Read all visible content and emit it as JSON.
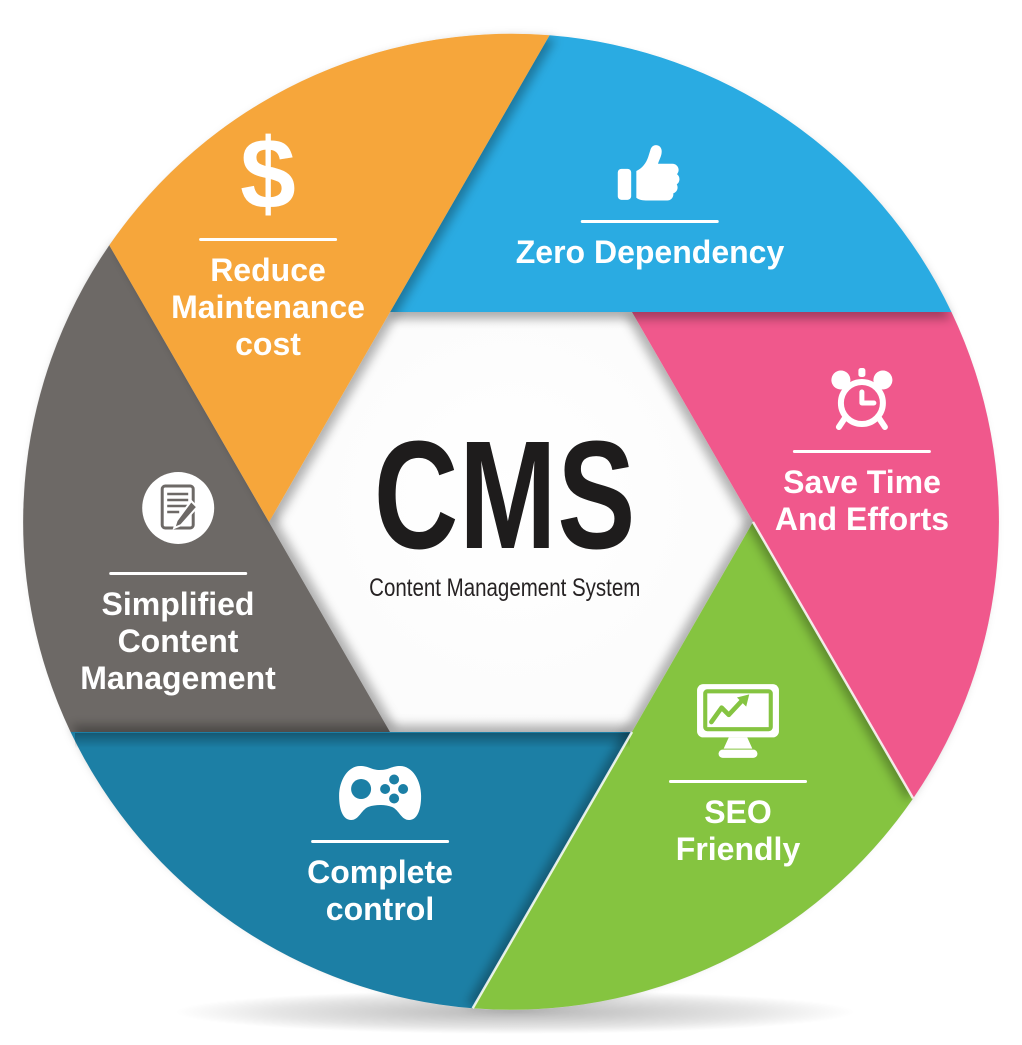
{
  "center": {
    "title": "CMS",
    "subtitle": "Content Management System",
    "title_color": "#1E1C1C"
  },
  "segments": [
    {
      "name": "reduce-maintenance-cost",
      "color": "#F6A63A",
      "icon": "dollar-icon",
      "icon_glyph": "$",
      "lines": [
        "Reduce",
        "Maintenance",
        "cost"
      ]
    },
    {
      "name": "zero-dependency",
      "color": "#29ABE2",
      "icon": "thumbs-up-icon",
      "lines": [
        "Zero Dependency"
      ]
    },
    {
      "name": "save-time-and-efforts",
      "color": "#F0588C",
      "icon": "alarm-clock-icon",
      "lines": [
        "Save Time",
        "And Efforts"
      ]
    },
    {
      "name": "seo-friendly",
      "color": "#85C441",
      "icon": "monitor-chart-icon",
      "lines": [
        "SEO",
        "Friendly"
      ]
    },
    {
      "name": "complete-control",
      "color": "#1B7FA5",
      "icon": "game-controller-icon",
      "lines": [
        "Complete",
        "control"
      ]
    },
    {
      "name": "simplified-content-management",
      "color": "#6D6966",
      "icon": "document-edit-icon",
      "lines": [
        "Simplified",
        "Content",
        "Management"
      ]
    }
  ]
}
